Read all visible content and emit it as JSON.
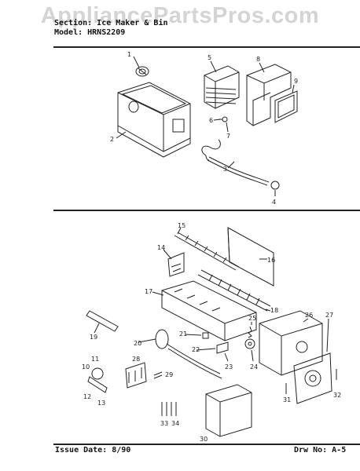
{
  "watermark": "AppliancePartsPros.com",
  "header": {
    "section_line": "Section: Ice Maker & Bin",
    "model_line": "Model: HRNS2209"
  },
  "footer": {
    "issue": "Issue Date: 8/90",
    "drawing": "Drw No: A-5"
  },
  "callouts": [
    "1",
    "2",
    "3",
    "4",
    "5",
    "6",
    "7",
    "8",
    "9",
    "10",
    "11",
    "12",
    "13",
    "14",
    "15",
    "16",
    "17",
    "18",
    "19",
    "20",
    "21",
    "22",
    "23",
    "24",
    "25",
    "26",
    "27",
    "28",
    "29",
    "30",
    "31",
    "32",
    "33",
    "34"
  ],
  "colors": {
    "ink": "#222222",
    "watermark": "#cdcdcd",
    "paper": "#ffffff"
  }
}
